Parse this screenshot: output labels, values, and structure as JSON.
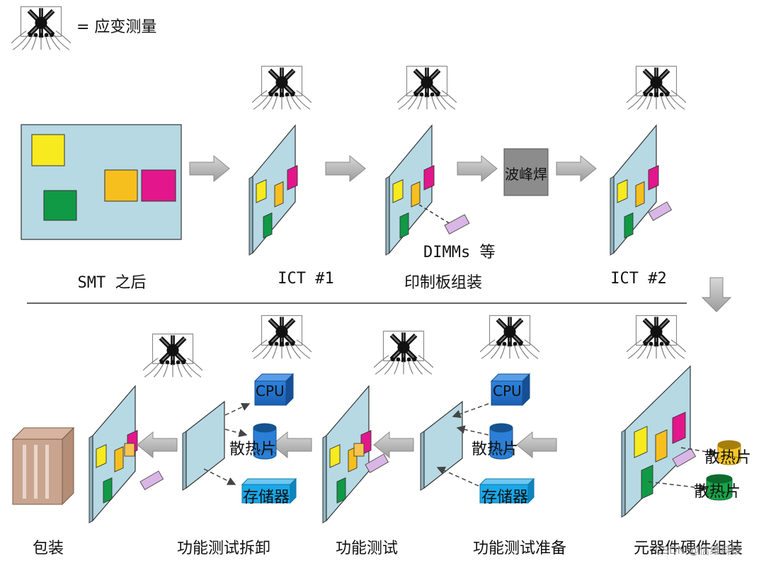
{
  "legend": {
    "icon": "strain-gauge-icon",
    "text": "= 应变测量"
  },
  "top_row": {
    "steps": [
      {
        "label": "SMT 之后"
      },
      {
        "label": "ICT #1"
      },
      {
        "label": "印制板组装"
      },
      {
        "label": "ICT #2"
      }
    ],
    "wave_solder": "波峰焊",
    "dimm_label": "DIMMs 等"
  },
  "bottom_row": {
    "steps": [
      {
        "label": "包装"
      },
      {
        "label": "功能测试拆卸"
      },
      {
        "label": "功能测试"
      },
      {
        "label": "功能测试准备"
      },
      {
        "label": "元器件硬件组装"
      }
    ],
    "components": {
      "cpu": "CPU",
      "heatsink": "散热片",
      "memory": "存储器"
    }
  },
  "watermark": "CSDN @信维科技",
  "colors": {
    "board": "#b7d9e4",
    "yellow": "#f7ea1f",
    "orange": "#f7bf1e",
    "magenta": "#e3168c",
    "green": "#109a45",
    "lavender": "#d9b6e6",
    "cpu_blue": "#1f6fcf",
    "memory_cyan": "#1aa7e8",
    "arrow_gray": "#b5b5b5",
    "wave_box": "#8c8c8c"
  }
}
